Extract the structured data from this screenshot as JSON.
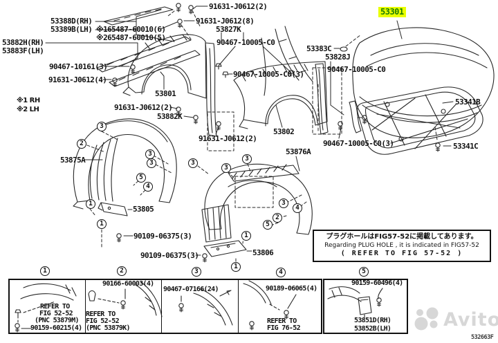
{
  "figure": {
    "code": "532663F"
  },
  "highlight": {
    "part": "53301",
    "bg": "#e9ff00",
    "fg": "#1c7c00"
  },
  "legend": {
    "rh": "※1 RH",
    "lh": "※2 LH"
  },
  "labels": [
    "53388D(RH)",
    "53389B(LH)",
    "※165487-60010(6)",
    "※265487-60010(5)",
    "53882H(RH)",
    "53883F(LH)",
    "90467-10161(3)",
    "91631-J0612(4)",
    "91631-J0612(2)",
    "91631-J0612(8)",
    "53827K",
    "90467-10005-C0",
    "90467-10005-C0(3)",
    "53801",
    "91631-J0612(2)",
    "53882K",
    "91631-J0612(2)",
    "53802",
    "53876A",
    "53383C",
    "53828J",
    "90467-10005-C0",
    "53341B",
    "90467-10005-C0(3)",
    "53341C",
    "53875A",
    "53805",
    "90109-06375(3)",
    "90109-06375(3)",
    "53806"
  ],
  "callouts": [
    "3",
    "2",
    "3",
    "3",
    "5",
    "4",
    "1",
    "1",
    "3",
    "3",
    "3",
    "3",
    "4",
    "2",
    "5",
    "1",
    "1",
    "1",
    "2",
    "3",
    "4",
    "5"
  ],
  "note_box": {
    "ja": "プラグホールはFIG57-52に掲載してあります。",
    "en": "Regarding PLUG HOLE , it is indicated in FIG57-52",
    "ref": "(  REFER TO FIG 57-52  )"
  },
  "table": {
    "cells": [
      {
        "lines": [
          "REFER TO",
          "FIG 52-52",
          "(PNC 53879M)",
          "90159-60215(4)"
        ]
      },
      {
        "lines": [
          "90166-60003(4)",
          "REFER TO",
          "FIG 52-52",
          "(PNC 53879K)"
        ]
      },
      {
        "lines": [
          "90467-07166(24)"
        ]
      },
      {
        "lines": [
          "90189-06065(4)",
          "REFER TO",
          "FIG 76-52"
        ]
      },
      {
        "lines": [
          "90159-60496(4)",
          "53851D(RH)",
          "53852B(LH)"
        ]
      }
    ]
  },
  "watermark": {
    "brand": "Avito"
  }
}
